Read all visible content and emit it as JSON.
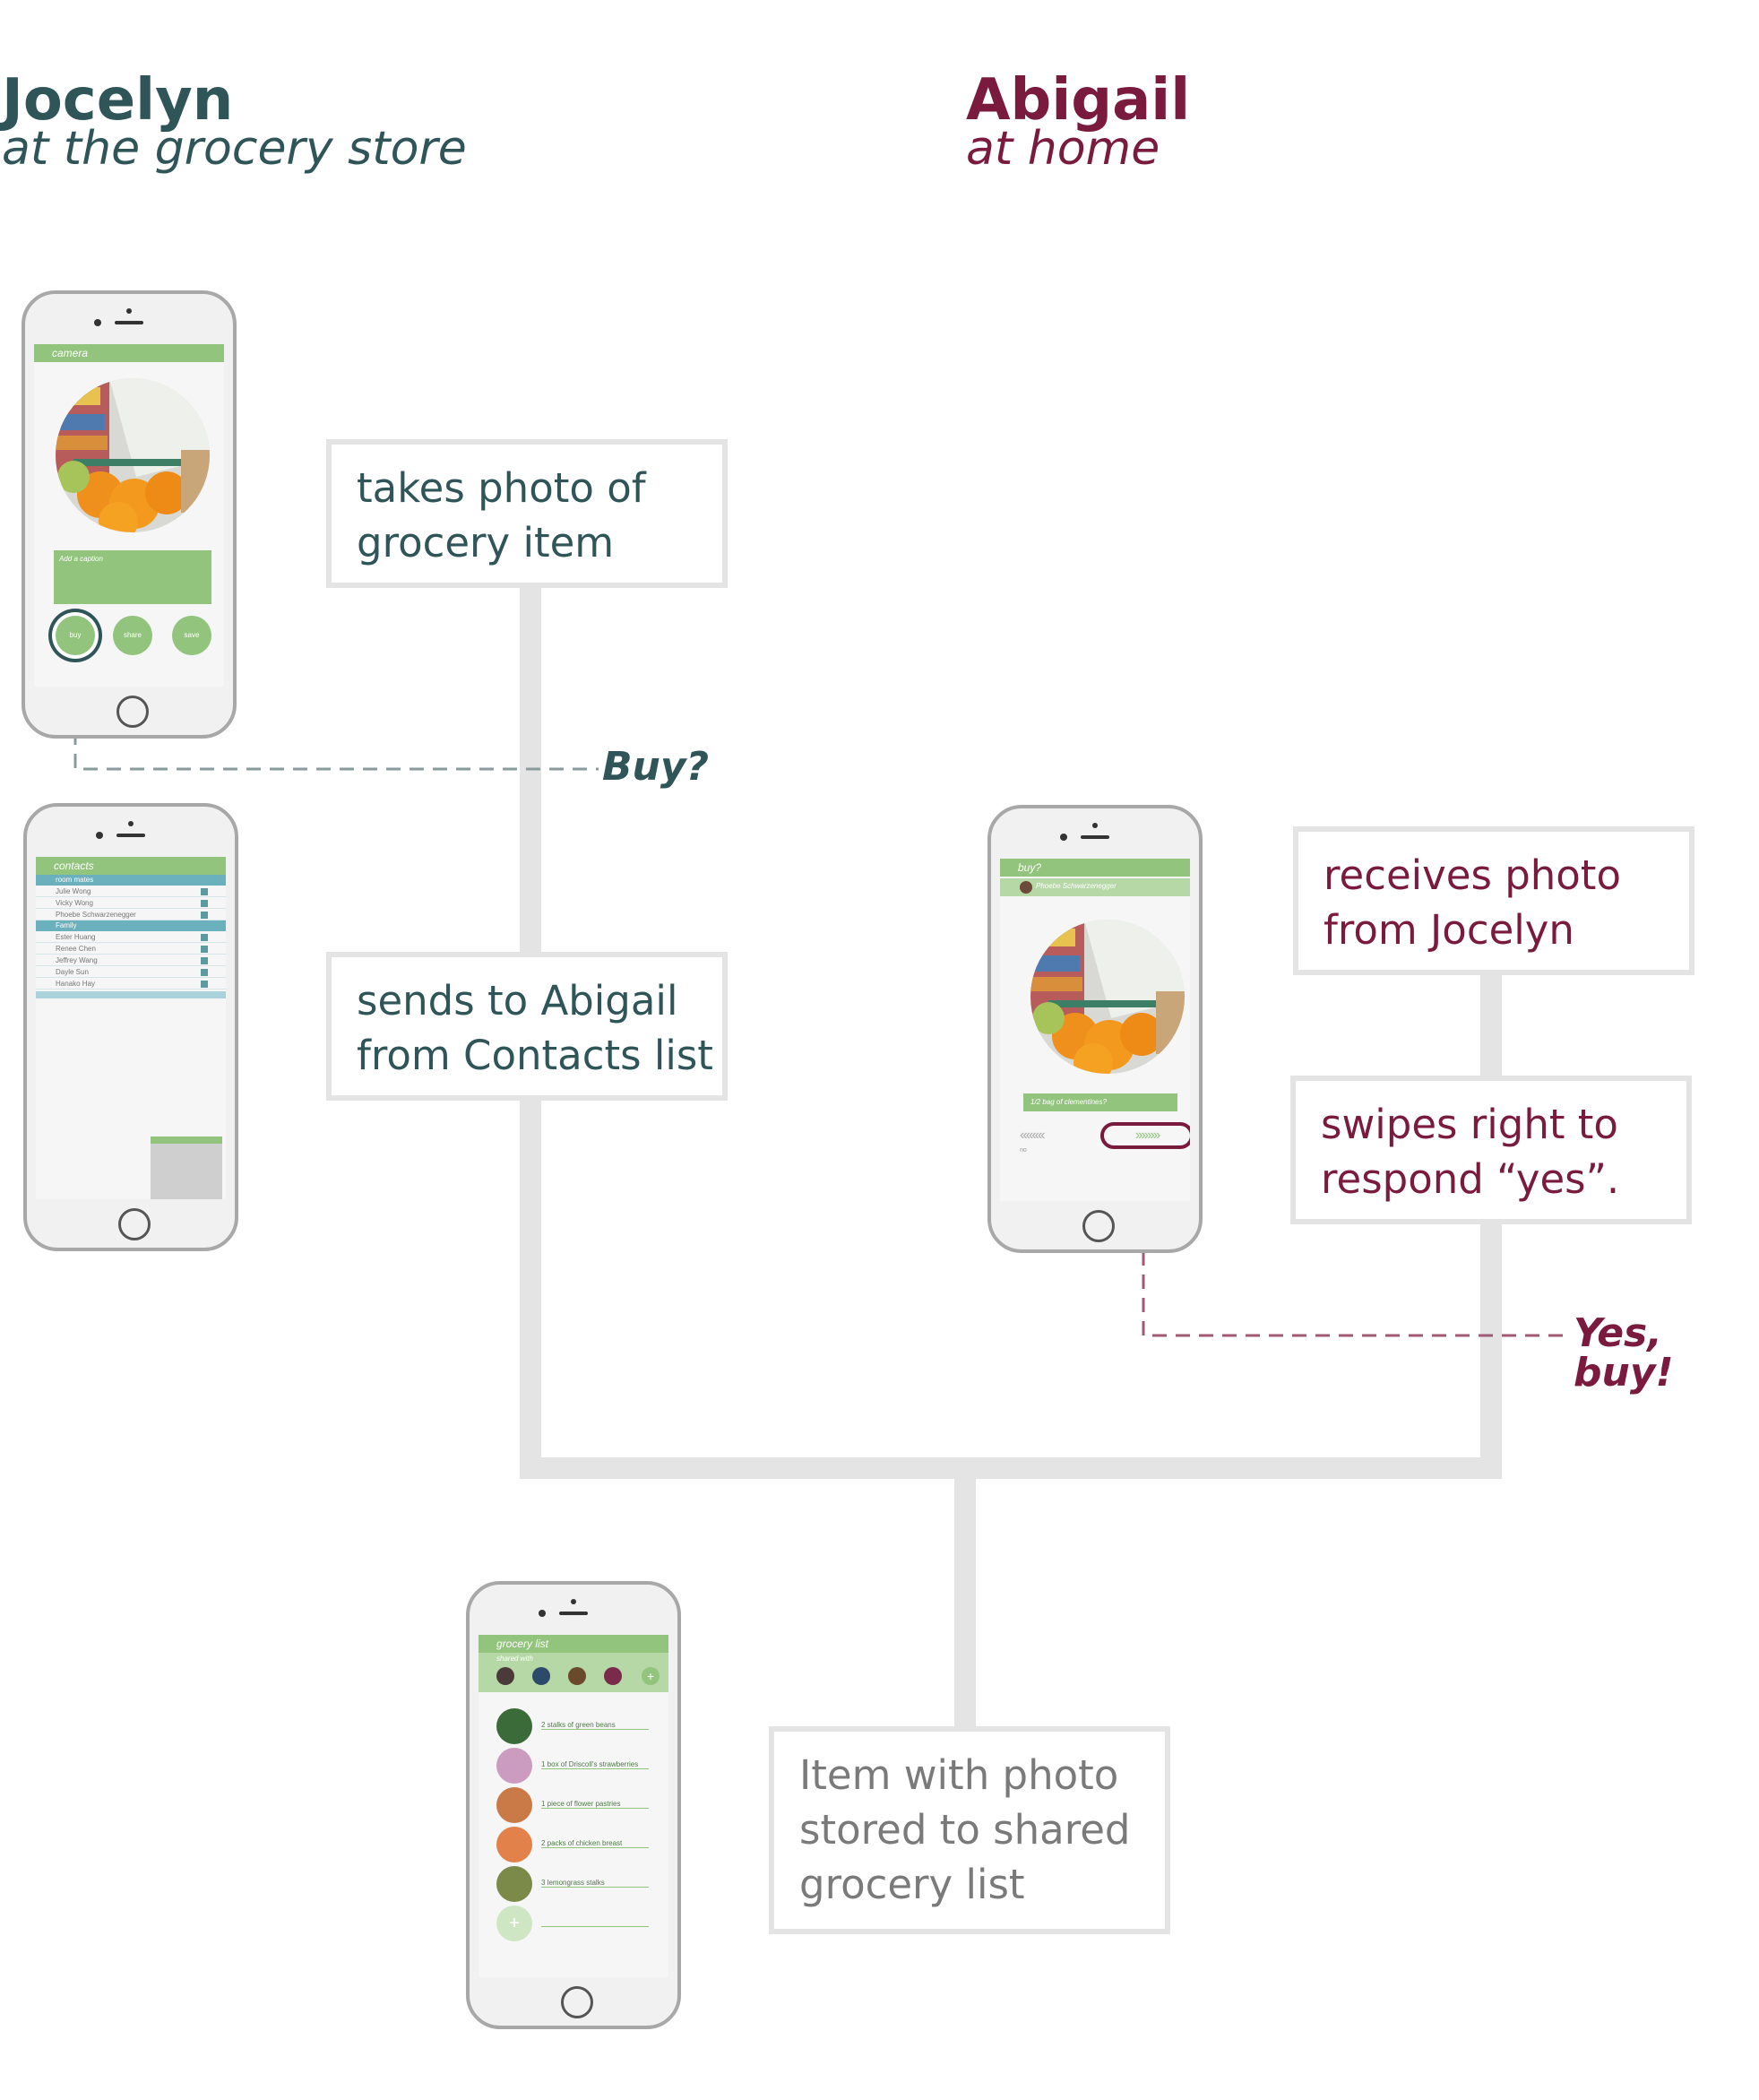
{
  "personas": {
    "left": {
      "name": "Jocelyn",
      "context": "at the grocery store"
    },
    "right": {
      "name": "Abigail",
      "context": "at home"
    }
  },
  "steps": {
    "take_photo": [
      "takes photo of",
      "grocery item"
    ],
    "send": [
      "sends to Abigail",
      "from Contacts list"
    ],
    "receive": [
      "receives photo",
      "from Jocelyn"
    ],
    "swipe": [
      "swipes right to",
      "respond “yes”."
    ],
    "stored": [
      "Item with photo",
      "stored to shared",
      "grocery list"
    ]
  },
  "callouts": {
    "buy": "Buy?",
    "yes": "Yes, buy!"
  },
  "colors": {
    "teal": "#2f5559",
    "wine": "#7a1b3e",
    "connector": "#e4e4e4",
    "app_green": "#93c47d",
    "contacts_blue": "#6ab0bd"
  },
  "phones": {
    "camera": {
      "title": "camera",
      "caption_placeholder": "Add a caption",
      "buttons": [
        "buy",
        "share",
        "save"
      ]
    },
    "contacts": {
      "title": "contacts",
      "groups": [
        {
          "name": "room mates",
          "people": [
            "Julie Wong",
            "Vicky Wong",
            "Phoebe Schwarzenegger"
          ]
        },
        {
          "name": "Family",
          "people": [
            "Ester Huang",
            "Renee Chen",
            "Jeffrey Wang",
            "Dayle Sun",
            "Hanako Hay"
          ]
        }
      ]
    },
    "receive": {
      "title": "buy?",
      "sender": "Phoebe Schwarzenegger",
      "caption": "1/2 bag of clementines?",
      "swipe_no": "no"
    },
    "grocery": {
      "title": "grocery list",
      "subtitle": "shared with",
      "items": [
        "2 stalks of green beans",
        "1 box of Driscoll's strawberries",
        "1 piece of flower pastries",
        "2 packs of chicken breast",
        "3 lemongrass stalks"
      ]
    }
  }
}
